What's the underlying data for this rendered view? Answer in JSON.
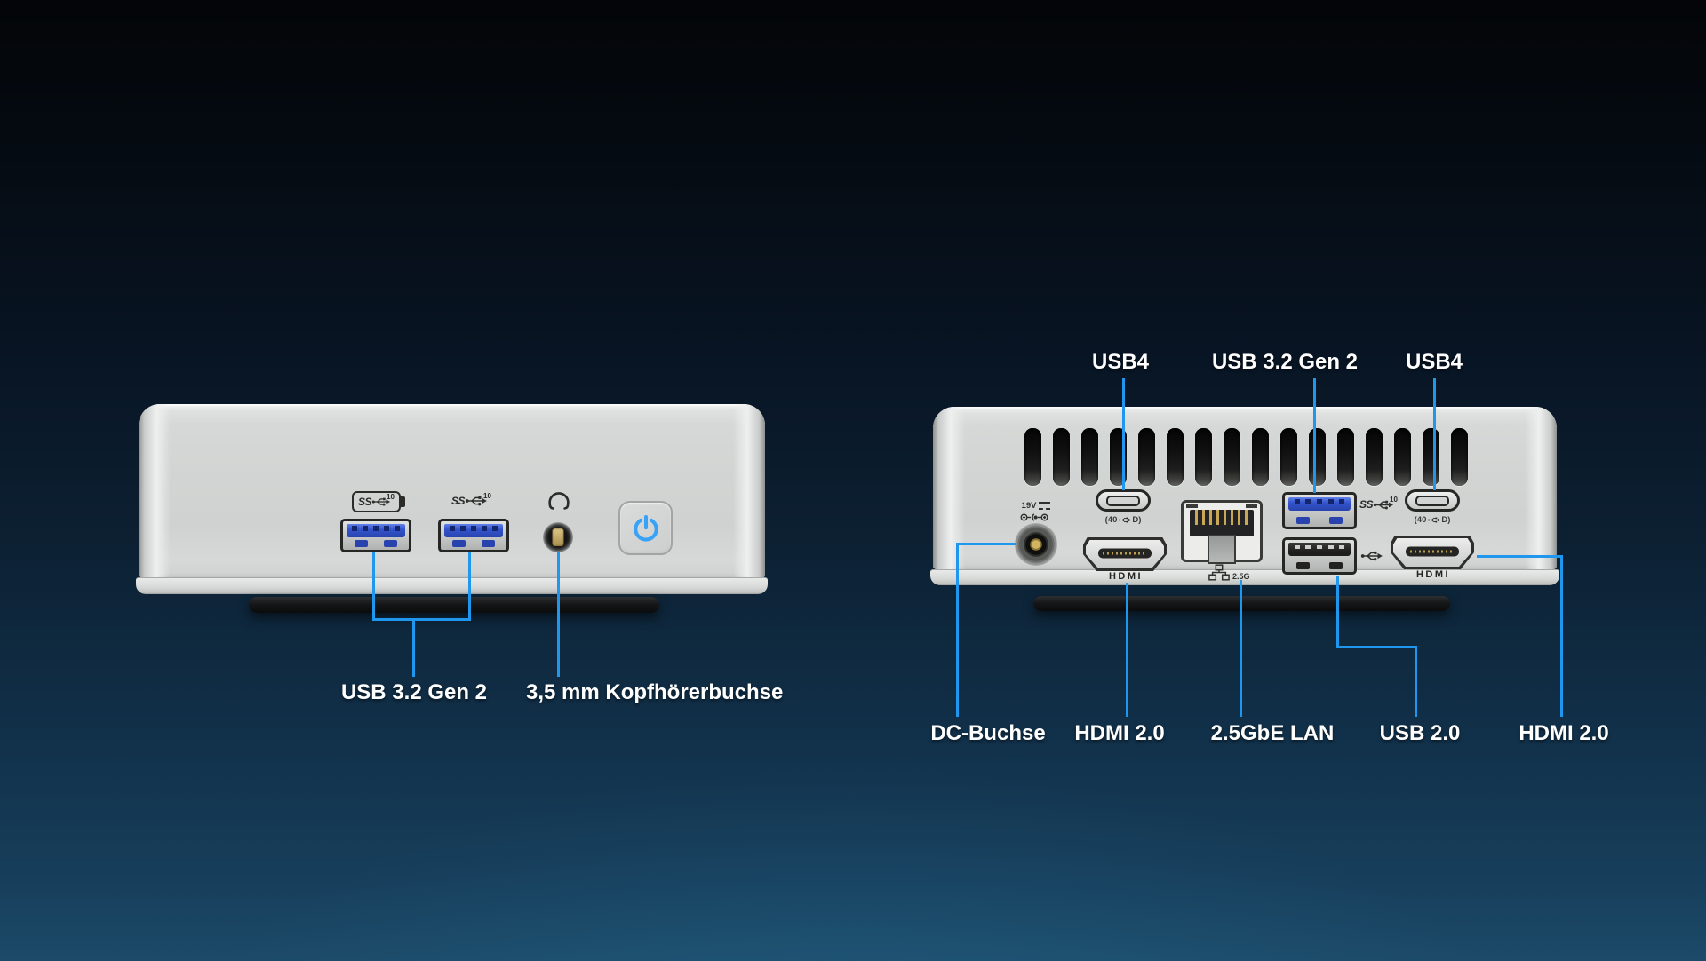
{
  "front": {
    "port_labels": [
      {
        "text": "USB 3.2 Gen 2"
      },
      {
        "text": "3,5 mm Kopfhörerbuchse"
      }
    ]
  },
  "back": {
    "vent_count": 16,
    "top_labels": [
      {
        "text": "USB4"
      },
      {
        "text": "USB 3.2 Gen 2"
      },
      {
        "text": "USB4"
      }
    ],
    "bottom_labels": [
      {
        "text": "DC-Buchse"
      },
      {
        "text": "HDMI 2.0"
      },
      {
        "text": "2.5GbE LAN"
      },
      {
        "text": "USB 2.0"
      },
      {
        "text": "HDMI 2.0"
      }
    ]
  },
  "markings": {
    "dc_voltage": "19V",
    "hdmi": "HDMI",
    "lan_speed": "2.5G",
    "usb4_speed_prefix": "(40",
    "usb4_speed_suffix": "D)",
    "superspeed": "SS",
    "superspeed_gen": "10"
  },
  "colors": {
    "callout_blue": "#1f97ef",
    "label_text": "#ffffff",
    "power_icon_blue": "#38a3f6",
    "usb3_port_blue": "#3354cc",
    "background_top": "#030508",
    "background_bottom": "#1c4a68"
  }
}
